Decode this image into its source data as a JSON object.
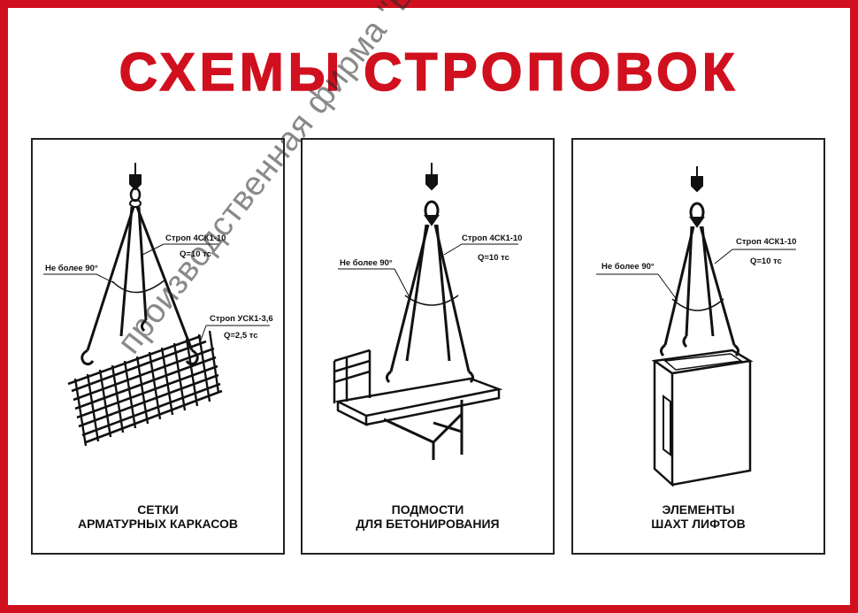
{
  "title": "СХЕМЫ СТРОПОВОК",
  "watermark": "производственная фирма \"Вектор\"",
  "accent_color": "#d0101e",
  "panels": [
    {
      "caption_line1": "СЕТКИ",
      "caption_line2": "АРМАТУРНЫХ КАРКАСОВ",
      "angle_label": "Не более 90°",
      "sling_label": "Строп 4СК1-10",
      "load_label": "Q=10 тс",
      "sling2_label": "Строп УСК1-3,6",
      "load2_label": "Q=2,5 тс"
    },
    {
      "caption_line1": "ПОДМОСТИ",
      "caption_line2": "ДЛЯ БЕТОНИРОВАНИЯ",
      "angle_label": "Не более 90°",
      "sling_label": "Строп 4СК1-10",
      "load_label": "Q=10 тс"
    },
    {
      "caption_line1": "ЭЛЕМЕНТЫ",
      "caption_line2": "ШАХТ ЛИФТОВ",
      "angle_label": "Не более 90°",
      "sling_label": "Строп 4СК1-10",
      "load_label": "Q=10 тс"
    }
  ]
}
